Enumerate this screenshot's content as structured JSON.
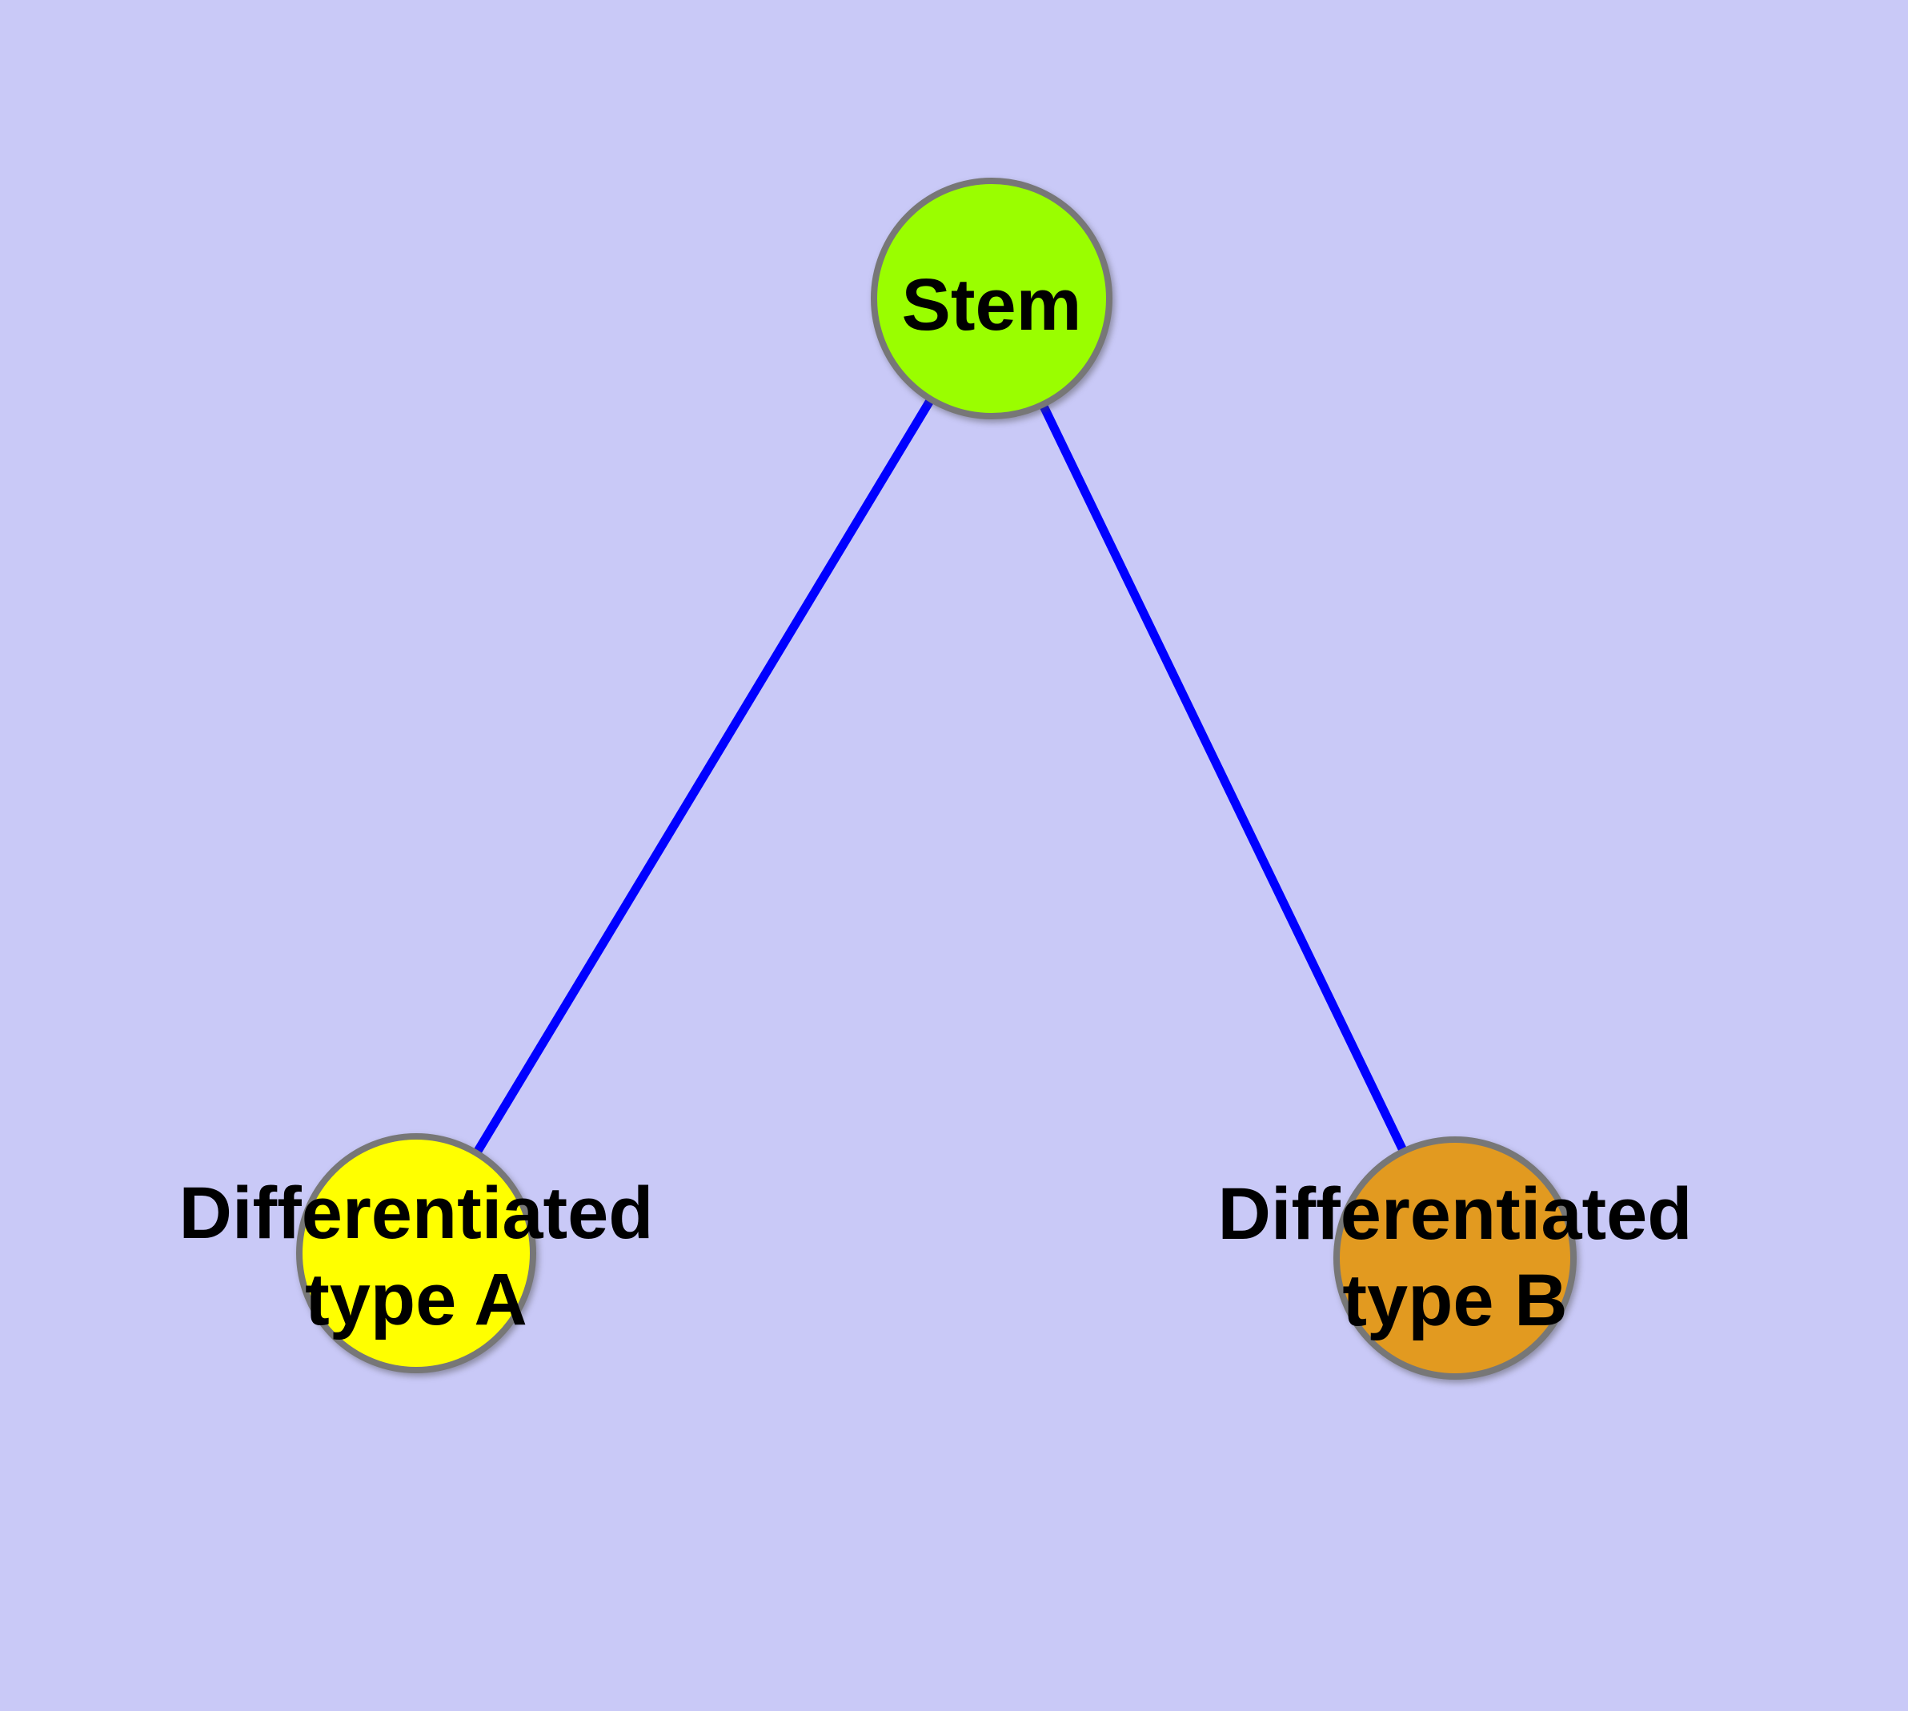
{
  "diagram": {
    "background_color": "#c9c9f7",
    "edge_color": "#0000ff",
    "node_border_color": "#777777",
    "label_color": "#000000",
    "nodes": [
      {
        "id": "stem",
        "label": "Stem",
        "fill": "#9afe00"
      },
      {
        "id": "differentiated-type-a",
        "label_line1": "Differentiated",
        "label_line2": "type A",
        "fill": "#ffff00"
      },
      {
        "id": "differentiated-type-b",
        "label_line1": "Differentiated",
        "label_line2": "type B",
        "fill": "#e29a20"
      }
    ],
    "edges": [
      {
        "from": "stem",
        "to": "differentiated-type-a"
      },
      {
        "from": "stem",
        "to": "differentiated-type-b"
      }
    ]
  }
}
